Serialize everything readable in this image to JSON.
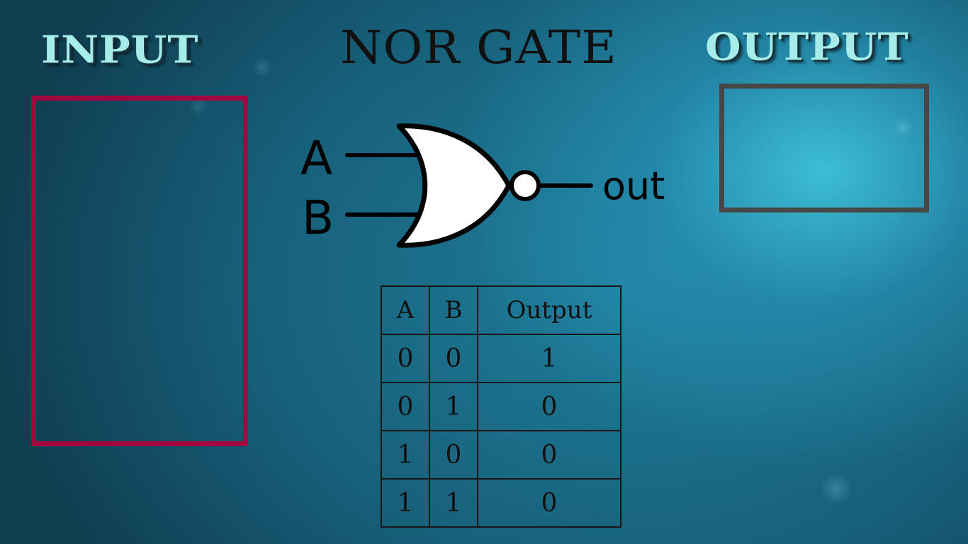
{
  "headings": {
    "input": "INPUT",
    "title": "NOR GATE",
    "output": "OUTPUT"
  },
  "gate": {
    "input_a": "A",
    "input_b": "B",
    "output": "out"
  },
  "truth_table": {
    "headers": [
      "A",
      "B",
      "Output"
    ],
    "rows": [
      [
        "0",
        "0",
        "1"
      ],
      [
        "0",
        "1",
        "0"
      ],
      [
        "1",
        "0",
        "0"
      ],
      [
        "1",
        "1",
        "0"
      ]
    ]
  },
  "colors": {
    "heading_text": "#a6ece9",
    "input_box_border": "#a2073f",
    "output_box_border": "#474747",
    "background": "#16566d"
  }
}
